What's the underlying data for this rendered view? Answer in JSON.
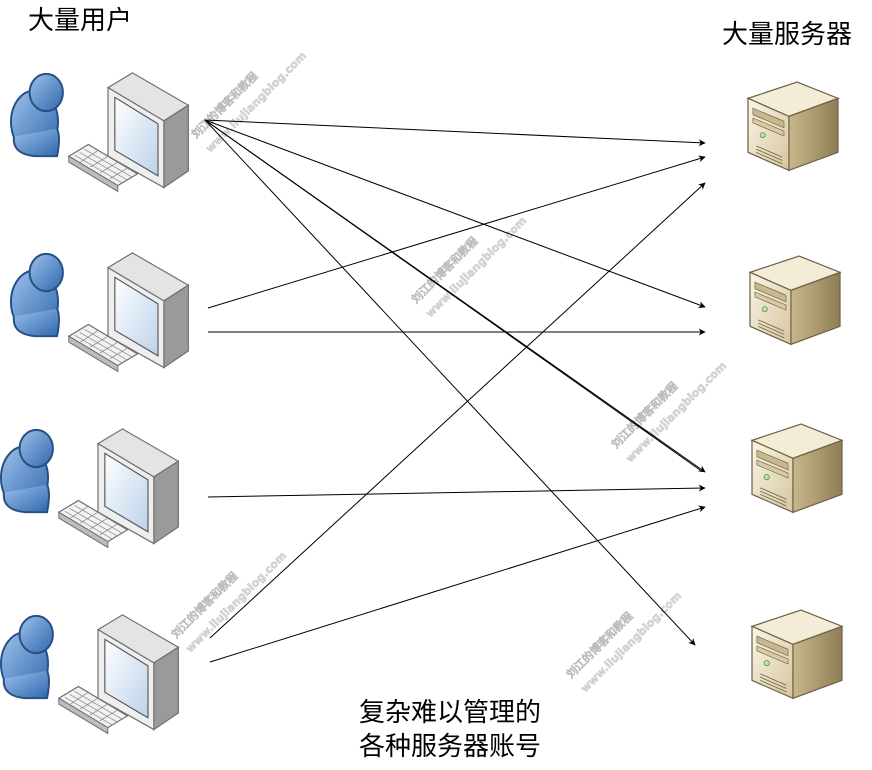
{
  "titles": {
    "users": "大量用户",
    "servers": "大量服务器"
  },
  "caption": {
    "line1": "复杂难以管理的",
    "line2": "各种服务器账号"
  },
  "watermark": {
    "cn": "刘江的博客和教程",
    "url": "www.liujiangblog.com"
  },
  "diagram": {
    "users": [
      "user-1",
      "user-2",
      "user-3",
      "user-4"
    ],
    "servers": [
      "server-1",
      "server-2",
      "server-3",
      "server-4"
    ],
    "connections": [
      {
        "from": 0,
        "to": 0,
        "slot": 0
      },
      {
        "from": 0,
        "to": 1,
        "slot": 0
      },
      {
        "from": 0,
        "to": 2,
        "slot": 0
      },
      {
        "from": 0,
        "to": 3,
        "slot": 0
      },
      {
        "from": 1,
        "to": 0,
        "slot": 1
      },
      {
        "from": 1,
        "to": 1,
        "slot": 1
      },
      {
        "from": 2,
        "to": 2,
        "slot": 1
      },
      {
        "from": 3,
        "to": 0,
        "slot": 2
      },
      {
        "from": 3,
        "to": 2,
        "slot": 2
      }
    ]
  }
}
